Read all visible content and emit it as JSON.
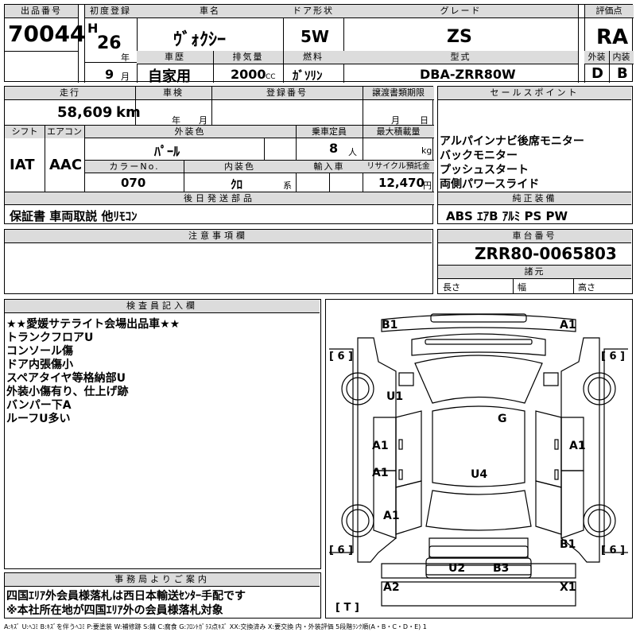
{
  "header": {
    "lot_label": "出品番号",
    "lot_no": "70044",
    "reg_label": "初度登録",
    "era": "H",
    "year_val": "26",
    "year_unit": "年",
    "month_val": "9",
    "month_unit": "月",
    "car_label": "車名",
    "car_name": "ｳﾞｫｸｼｰ",
    "door_label": "ドア形状",
    "door": "5W",
    "grade_label": "グレード",
    "grade": "ZS",
    "score_label": "評価点",
    "score": "RA",
    "history_label": "車歴",
    "history": "自家用",
    "disp_label": "排気量",
    "disp": "2000",
    "disp_unit": "CC",
    "fuel_label": "燃料",
    "fuel": "ｶﾞｿﾘﾝ",
    "model_label": "型式",
    "model": "DBA-ZRR80W",
    "ext_label": "外装",
    "ext_score": "D",
    "int_label": "内装",
    "int_score": "B"
  },
  "row2": {
    "mileage_label": "走行",
    "mileage": "58,609",
    "mileage_unit": "km",
    "inspect_label": "車検",
    "year_unit": "年",
    "month_unit": "月",
    "regno_label": "登録番号",
    "transfer_label": "譲渡書類期限",
    "day_unit": "日",
    "shift_label": "シフト",
    "shift": "IAT",
    "ac_label": "エアコン",
    "ac": "AAC",
    "color_label": "外装色",
    "color": "ﾊﾟｰﾙ",
    "capacity_label": "乗車定員",
    "capacity": "8",
    "capacity_unit": "人",
    "load_label": "最大積載量",
    "load_unit": "kg",
    "colorno_label": "カラーNo.",
    "colorno": "070",
    "intcolor_label": "内装色",
    "intcolor": "ｸﾛ",
    "intcolor_unit": "系",
    "import_label": "輸入車",
    "recycle_label": "リサイクル預託金",
    "recycle": "12,470",
    "recycle_unit": "円",
    "later_label": "後日発送部品",
    "later": "保証書 車両取説 他ﾘﾓｺﾝ"
  },
  "sales": {
    "label": "セールスポイント",
    "lines": [
      "アルパインナビ後席モニター",
      "バックモニター",
      "プッシュスタート",
      "両側パワースライド"
    ],
    "equip_label": "純正装備",
    "equip": "ABS ｴｱB ｱﾙﾐ PS PW"
  },
  "notes": {
    "label": "注意事項欄"
  },
  "chassis": {
    "label": "車台番号",
    "value": "ZRR80-0065803",
    "spec_label": "諸元",
    "len": "長さ",
    "wid": "幅",
    "hei": "高さ"
  },
  "inspector": {
    "label": "検査員記入欄",
    "lines": [
      "★★愛媛サテライト会場出品車★★",
      "トランクフロアU",
      "コンソール傷",
      "ドア内張傷小",
      "スペアタイヤ等格納部U",
      "外装小傷有り、仕上げ跡",
      "バンパー下A",
      "ルーフU多い"
    ]
  },
  "office": {
    "label": "事務局よりご案内",
    "lines": [
      "四国ｴﾘｱ外会員様落札は西日本輸送ｾﾝﾀｰ手配です",
      "※本社所在地が四国ｴﾘｱ外の会員様落札対象"
    ]
  },
  "diagram": {
    "marks": {
      "b1_top": "B1",
      "a1_top": "A1",
      "u1": "U1",
      "g": "G",
      "a1_ld": "A1",
      "a1_rd": "A1",
      "a1_l2": "A1",
      "u4": "U4",
      "a1_lr": "A1",
      "b1_rr": "B1",
      "u2": "U2",
      "b3": "B3",
      "a2": "A2",
      "x1": "X1",
      "tire_fl": "[ 6 ]",
      "tire_fr": "[ 6 ]",
      "tire_rl": "[ 6 ]",
      "tire_rr": "[ 6 ]",
      "trunk": "[ T ]"
    }
  },
  "legend": "A:ｷｽﾞ U:ﾍｺﾐ B:ｷｽﾞを伴うﾍｺﾐ P:要塗装 W:補修跡 S:錆 C:腐食 G:ﾌﾛﾝﾄｶﾞﾗｽ点ｷｽﾞ XX:交換済み X:要交換 内・外装評価 5段階ﾗﾝｸ順(A・B・C・D・E) 1"
}
